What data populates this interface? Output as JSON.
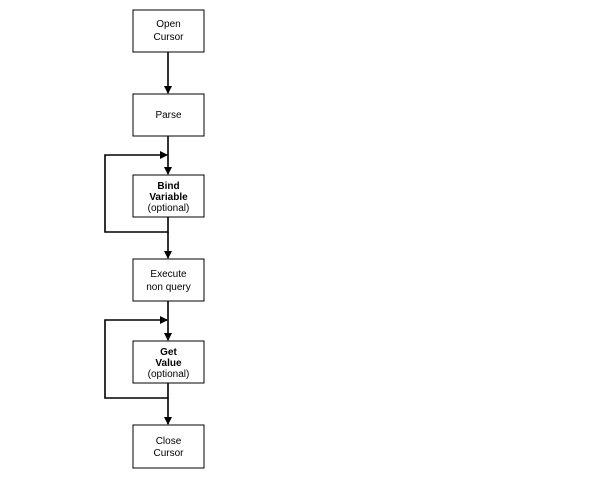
{
  "diagram": {
    "steps": [
      {
        "id": "open-cursor",
        "lines": [
          "Open",
          "Cursor"
        ]
      },
      {
        "id": "parse",
        "lines": [
          "Parse"
        ]
      },
      {
        "id": "bind-variable",
        "lines": [
          "Bind",
          "Variable",
          "(optional)"
        ]
      },
      {
        "id": "execute-non-query",
        "lines": [
          "Execute",
          "non query"
        ]
      },
      {
        "id": "get-value",
        "lines": [
          "Get",
          "Value",
          "(optional)"
        ]
      },
      {
        "id": "close-cursor",
        "lines": [
          "Close",
          "Cursor"
        ]
      }
    ]
  }
}
